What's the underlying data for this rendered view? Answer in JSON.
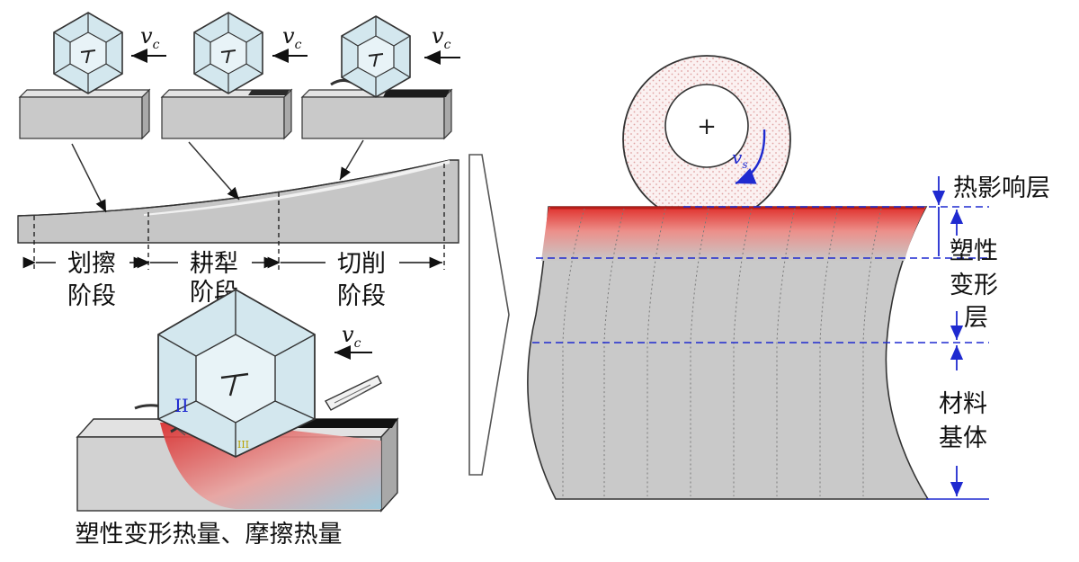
{
  "stages": {
    "scratch": {
      "line1": "划擦",
      "line2": "阶段"
    },
    "plough": {
      "line1": "耕犁",
      "line2": "阶段"
    },
    "cut": {
      "line1": "切削",
      "line2": "阶段"
    }
  },
  "symbols": {
    "vc_main": "v",
    "vc_sub": "c",
    "vs_main": "v",
    "vs_sub": "s",
    "center_plus": "+",
    "roman_two": "II",
    "roman_three": "III"
  },
  "bottom_caption": "塑性变形热量、摩擦热量",
  "layers": {
    "heat": "热影响层",
    "plastic_line1": "塑性",
    "plastic_line2": "变形",
    "plastic_line3": "层",
    "base_line1": "材料",
    "base_line2": "基体"
  },
  "colors": {
    "heat_red": "#e0302c",
    "block_gray": "#c8c8c8",
    "grain_light": "#cfe4ea",
    "dimension_blue": "#1f2ad0"
  }
}
